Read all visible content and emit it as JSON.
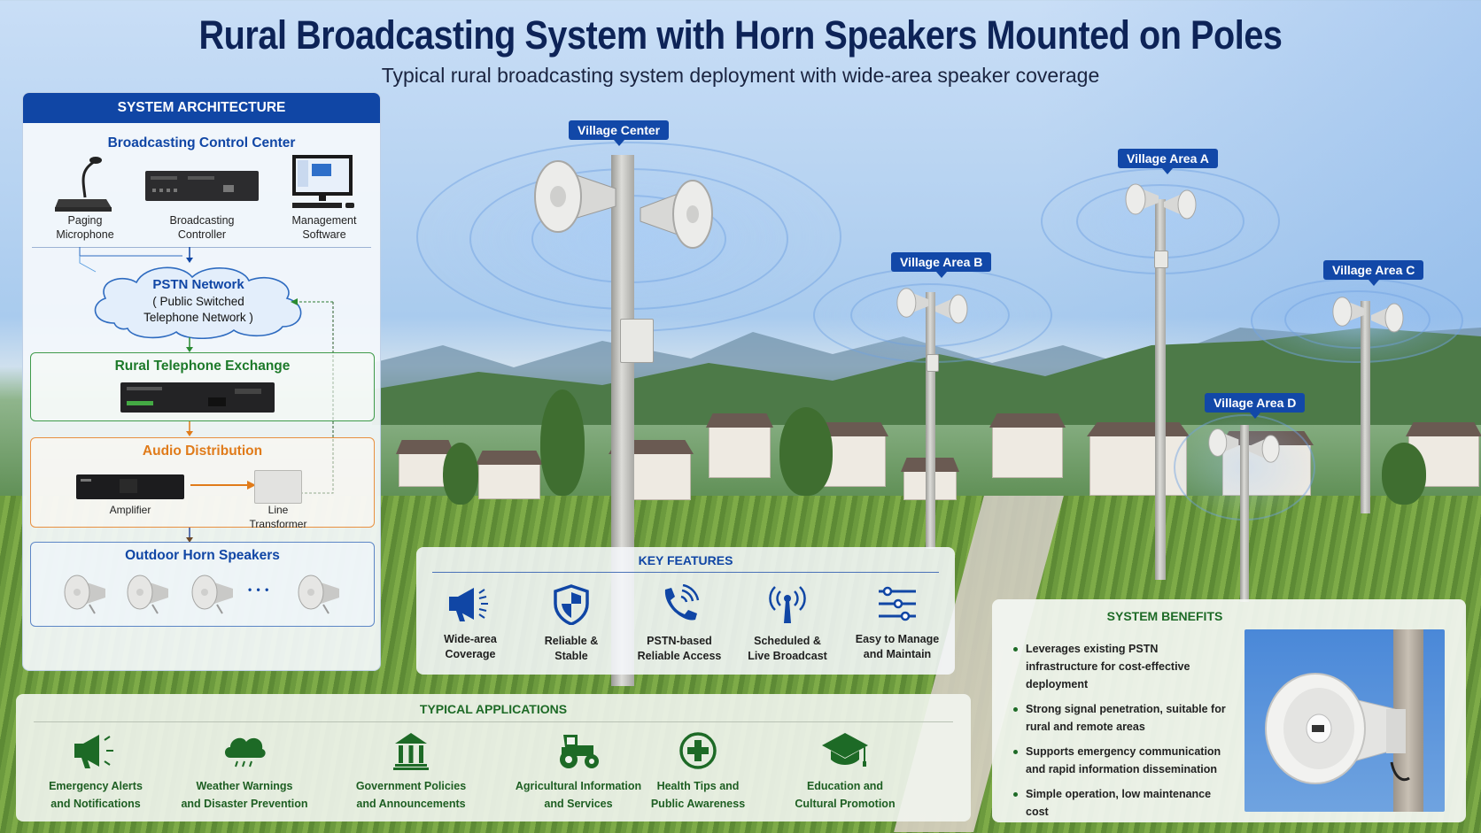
{
  "header": {
    "title": "Rural Broadcasting System with Horn Speakers Mounted on Poles",
    "subtitle": "Typical rural broadcasting system deployment with wide-area speaker coverage"
  },
  "colors": {
    "primary_blue": "#1046a5",
    "title_navy": "#0d2357",
    "green": "#1d6a26",
    "orange": "#e07b1a"
  },
  "scene": {
    "tags": [
      {
        "id": "center",
        "label": "Village Center"
      },
      {
        "id": "area_a",
        "label": "Village Area A"
      },
      {
        "id": "area_b",
        "label": "Village Area B"
      },
      {
        "id": "area_c",
        "label": "Village Area C"
      },
      {
        "id": "area_d",
        "label": "Village Area D"
      }
    ]
  },
  "architecture": {
    "header": "SYSTEM ARCHITECTURE",
    "control_center": {
      "title": "Broadcasting Control Center",
      "devices": [
        {
          "label_line1": "Paging",
          "label_line2": "Microphone"
        },
        {
          "label_line1": "Broadcasting",
          "label_line2": "Controller"
        },
        {
          "label_line1": "Management",
          "label_line2": "Software"
        }
      ]
    },
    "pstn": {
      "title": "PSTN Network",
      "line1": "( Public Switched",
      "line2": "Telephone Network )"
    },
    "exchange": {
      "title": "Rural Telephone Exchange"
    },
    "audio": {
      "title": "Audio Distribution",
      "amplifier": "Amplifier",
      "transformer_line1": "Line",
      "transformer_line2": "Transformer"
    },
    "speakers": {
      "title": "Outdoor Horn Speakers",
      "ellipsis": "• • •"
    }
  },
  "features": {
    "title": "KEY FEATURES",
    "items": [
      {
        "icon": "megaphone-icon",
        "line1": "Wide-area",
        "line2": "Coverage"
      },
      {
        "icon": "shield-icon",
        "line1": "Reliable &",
        "line2": "Stable"
      },
      {
        "icon": "phone-icon",
        "line1": "PSTN-based",
        "line2": "Reliable Access"
      },
      {
        "icon": "antenna-icon",
        "line1": "Scheduled &",
        "line2": "Live Broadcast"
      },
      {
        "icon": "sliders-icon",
        "line1": "Easy to Manage",
        "line2": "and Maintain"
      }
    ]
  },
  "applications": {
    "title": "TYPICAL APPLICATIONS",
    "items": [
      {
        "icon": "megaphone-icon",
        "line1": "Emergency Alerts",
        "line2": "and Notifications"
      },
      {
        "icon": "rain-cloud-icon",
        "line1": "Weather Warnings",
        "line2": "and Disaster Prevention"
      },
      {
        "icon": "government-building-icon",
        "line1": "Government Policies",
        "line2": "and Announcements"
      },
      {
        "icon": "tractor-icon",
        "line1": "Agricultural Information",
        "line2": "and Services"
      },
      {
        "icon": "health-plus-icon",
        "line1": "Health Tips and",
        "line2": "Public Awareness"
      },
      {
        "icon": "graduation-cap-icon",
        "line1": "Education and",
        "line2": "Cultural Promotion"
      }
    ]
  },
  "benefits": {
    "title": "SYSTEM BENEFITS",
    "items": [
      "Leverages existing PSTN infrastructure for cost-effective deployment",
      "Strong signal penetration, suitable for rural and remote areas",
      "Supports emergency communication and rapid information dissemination",
      "Simple operation, low maintenance cost"
    ]
  }
}
